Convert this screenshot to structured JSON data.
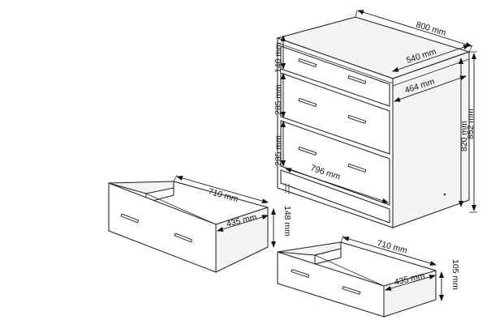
{
  "cabinet": {
    "width_label": "800 mm",
    "depth_label": "540 mm",
    "inner_depth_label": "464 mm",
    "front_width_label": "796 mm",
    "total_height_label": "852 mm",
    "body_height_label": "820 mm",
    "top_drawer_height_label": "140 mm",
    "middle_drawer_height_label": "285 mm",
    "bottom_drawer_height_label": "285 mm"
  },
  "large_drawer": {
    "length_label": "710 mm",
    "width_label": "435 mm",
    "height_label": "148 mm"
  },
  "small_drawer": {
    "length_label": "710 mm",
    "width_label": "435 mm",
    "height_label": "105 mm"
  },
  "colors": {
    "line": "#1a1a1a",
    "background": "#ffffff",
    "side_shade": "#f4f4f4"
  }
}
